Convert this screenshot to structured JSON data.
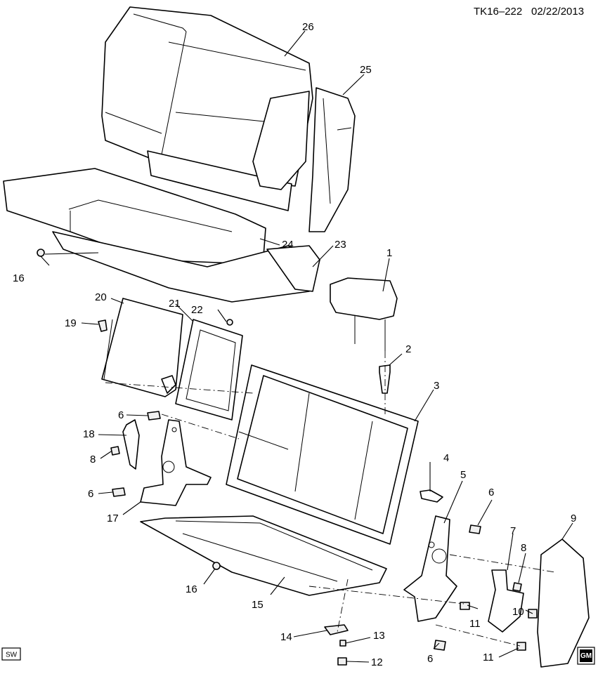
{
  "header": {
    "code": "TK16–222",
    "date": "02/22/2013"
  },
  "badges": {
    "sw": "SW",
    "gm": "GM"
  },
  "callouts": {
    "c1": "1",
    "c2": "2",
    "c3": "3",
    "c4": "4",
    "c5": "5",
    "c6a": "6",
    "c6b": "6",
    "c6c": "6",
    "c6d": "6",
    "c7": "7",
    "c8a": "8",
    "c8b": "8",
    "c9": "9",
    "c10": "10",
    "c11a": "11",
    "c11b": "11",
    "c12": "12",
    "c13": "13",
    "c14": "14",
    "c15": "15",
    "c16a": "16",
    "c16b": "16",
    "c17": "17",
    "c18": "18",
    "c19": "19",
    "c20": "20",
    "c21": "21",
    "c22": "22",
    "c23": "23",
    "c24": "24",
    "c25": "25",
    "c26": "26"
  },
  "colors": {
    "line": "#000000",
    "background": "#ffffff"
  }
}
